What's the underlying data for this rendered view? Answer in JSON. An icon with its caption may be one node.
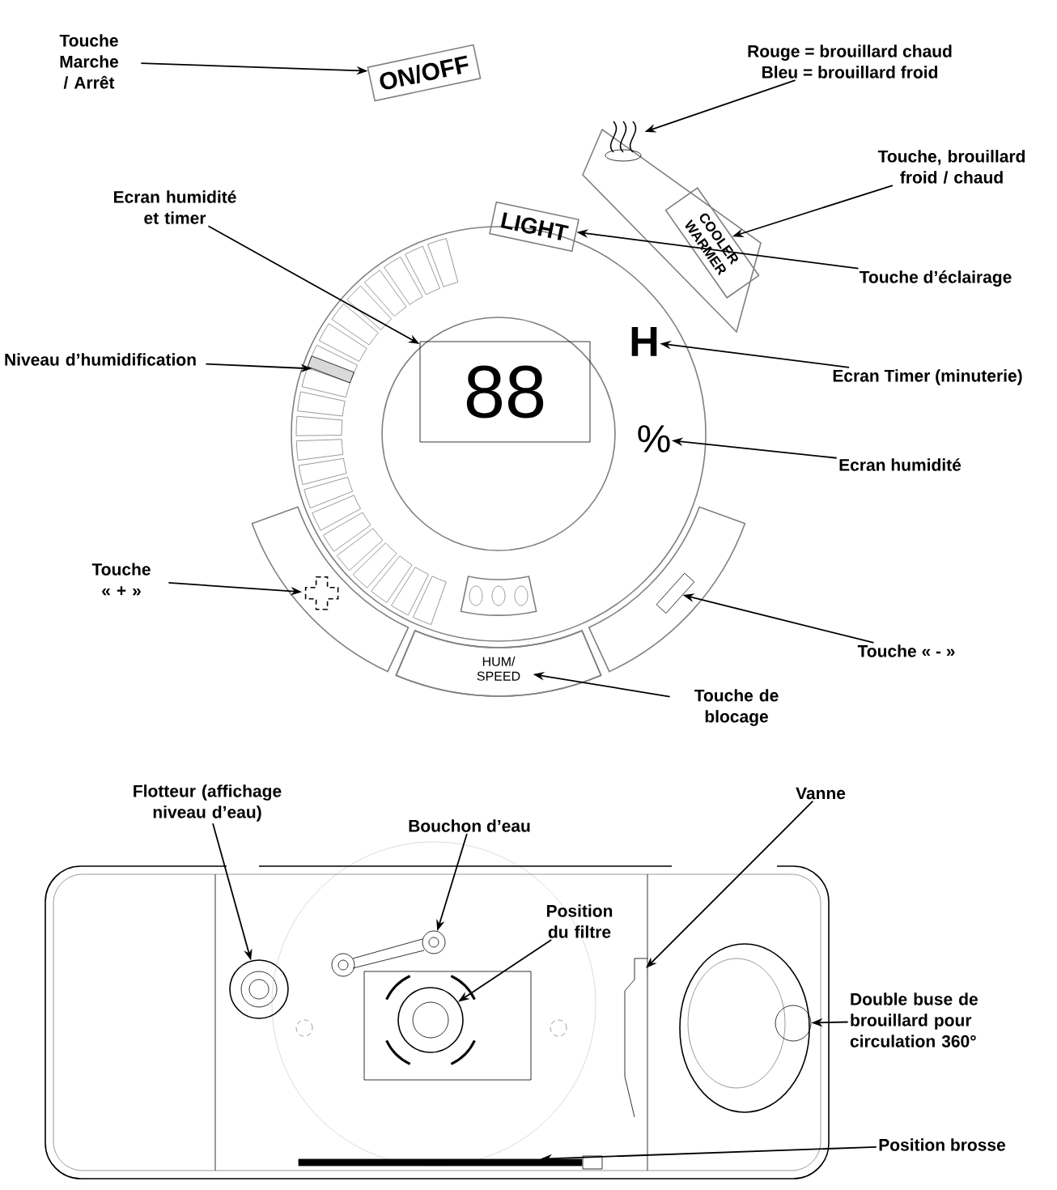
{
  "diagram": {
    "nodes": [
      {
        "text": [
          "Touche Marche / Arrêt"
        ]
      },
      {
        "text": [
          "ON/OFF"
        ]
      },
      {
        "text": [
          "Rouge = brouillard chaud",
          "Bleu = brouillard froid"
        ]
      },
      {
        "text": [],
        "shape": "icon"
      },
      {
        "text": [
          "Touche, brouillard froid / chaud"
        ]
      },
      {
        "text": [
          "COOLER WARMER"
        ]
      },
      {
        "text": [
          "Ecran humidité et timer"
        ]
      },
      {
        "text": [
          "88"
        ]
      },
      {
        "text": [
          "Touche d’éclairage"
        ]
      },
      {
        "text": [
          "LIGHT"
        ]
      },
      {
        "text": [
          "Niveau d’humidification"
        ]
      },
      {
        "text": [],
        "shape": "bar"
      },
      {
        "text": [
          "Ecran Timer (minuterie)"
        ]
      },
      {
        "text": [
          "H"
        ]
      },
      {
        "text": [
          "Ecran humidité"
        ]
      },
      {
        "text": [
          "%"
        ]
      },
      {
        "text": [
          "Touche « + »"
        ]
      },
      {
        "text": [],
        "shape": "cross"
      },
      {
        "text": [
          "Touche « - »"
        ]
      },
      {
        "text": [],
        "shape": "bar"
      },
      {
        "text": [
          "Touche de blocage"
        ]
      },
      {
        "text": [
          "HUM/ SPEED"
        ]
      },
      {
        "text": [
          "Flotteur (affichage niveau d’eau)"
        ]
      },
      {
        "text": [],
        "shape": "circle"
      },
      {
        "text": [
          "Bouchon d’eau"
        ]
      },
      {
        "text": [],
        "shape": "circle"
      },
      {
        "text": [
          "Position du filtre"
        ]
      },
      {
        "text": [],
        "shape": "circle"
      },
      {
        "text": [
          "Vanne"
        ]
      },
      {
        "text": [
          "Double buse de brouillard pour circulation 360°"
        ]
      },
      {
        "text": [],
        "shape": "circle"
      },
      {
        "text": [
          "Position brosse"
        ]
      },
      {
        "text": [],
        "shape": "bar"
      }
    ],
    "edges": [
      {
        "from": 0,
        "to": 1,
        "arrow": "to"
      },
      {
        "from": 2,
        "to": 3,
        "arrow": "to"
      },
      {
        "from": 4,
        "to": 5,
        "arrow": "to"
      },
      {
        "from": 6,
        "to": 7,
        "arrow": "to"
      },
      {
        "from": 8,
        "to": 9,
        "arrow": "to"
      },
      {
        "from": 10,
        "to": 11,
        "arrow": "to"
      },
      {
        "from": 12,
        "to": 13,
        "arrow": "to"
      },
      {
        "from": 14,
        "to": 15,
        "arrow": "to"
      },
      {
        "from": 16,
        "to": 17,
        "arrow": "to"
      },
      {
        "from": 18,
        "to": 19,
        "arrow": "to"
      },
      {
        "from": 20,
        "to": 21,
        "arrow": "to"
      },
      {
        "from": 22,
        "to": 23,
        "arrow": "to"
      },
      {
        "from": 24,
        "to": 25,
        "arrow": "to"
      },
      {
        "from": 26,
        "to": 27,
        "arrow": "to"
      },
      {
        "from": 28,
        "to": null,
        "arrow": "to"
      },
      {
        "from": 29,
        "to": 30,
        "arrow": "to"
      },
      {
        "from": 31,
        "to": 32,
        "arrow": "to"
      }
    ]
  }
}
